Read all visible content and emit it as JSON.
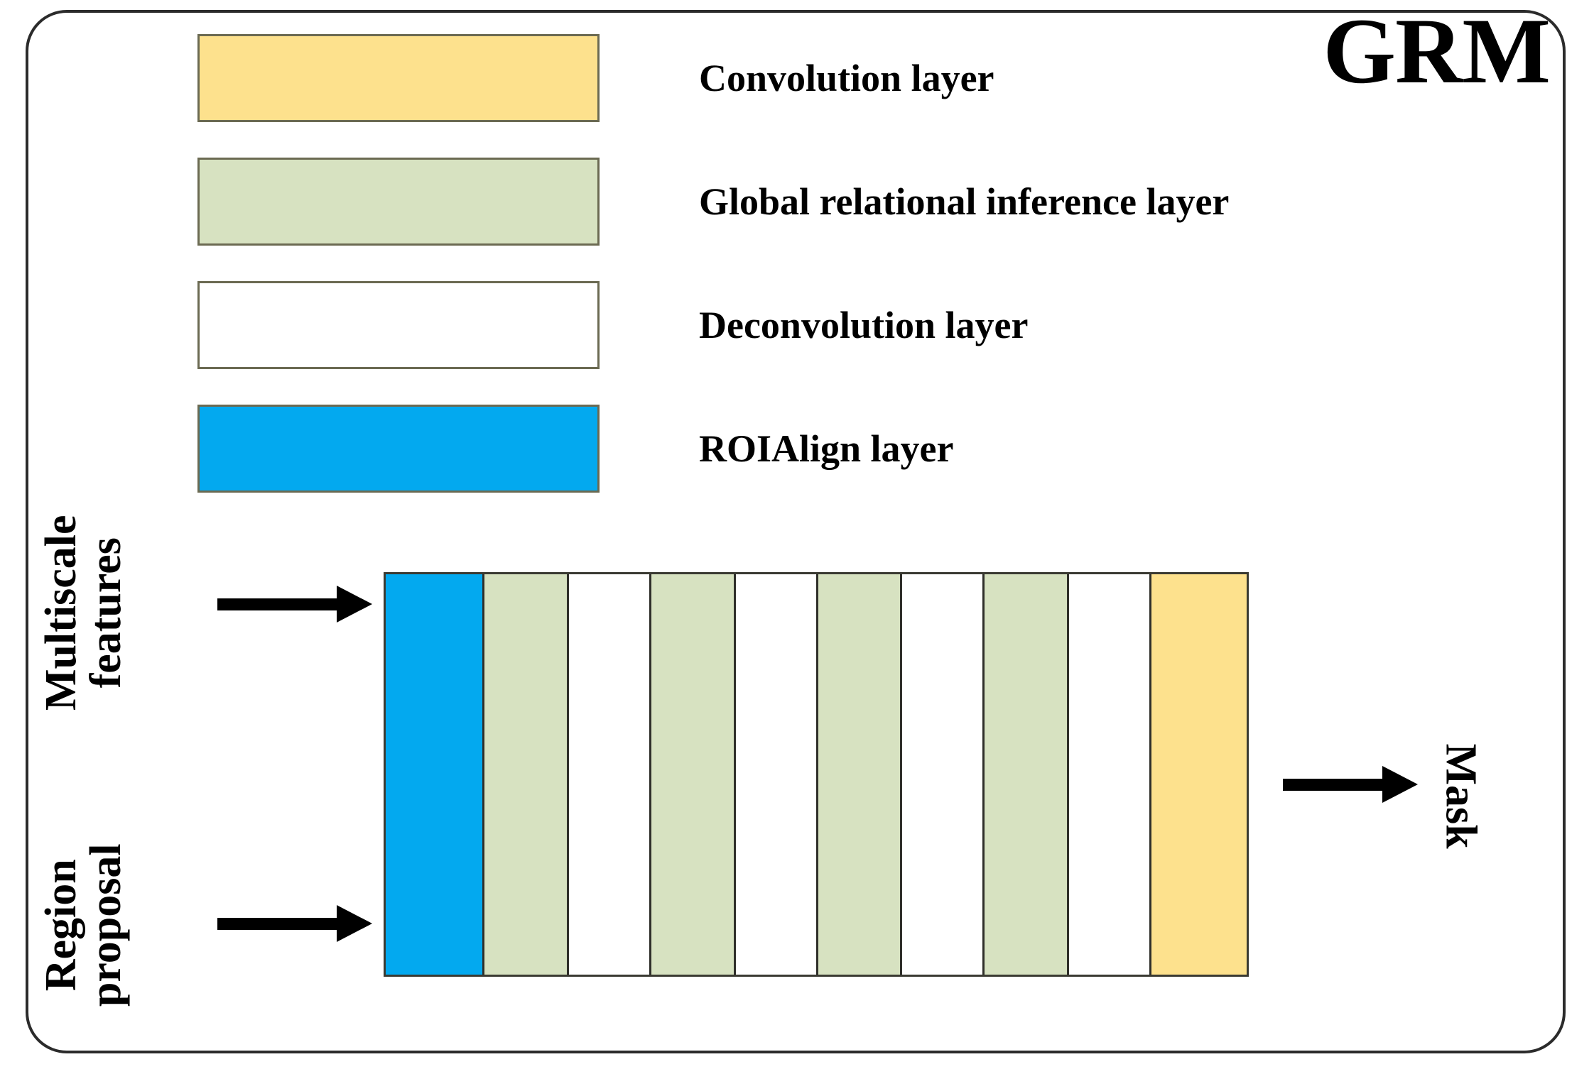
{
  "diagram": {
    "title": "GRM",
    "legend": [
      {
        "label": "Convolution layer",
        "color": "#FDE18D",
        "icon": "legend-swatch-convolution"
      },
      {
        "label": "Global relational inference layer",
        "color": "#D7E2C1",
        "icon": "legend-swatch-global-relational-inference"
      },
      {
        "label": "Deconvolution layer",
        "color": "#FFFFFF",
        "icon": "legend-swatch-deconvolution"
      },
      {
        "label": "ROIAlign layer",
        "color": "#03A9EF",
        "icon": "legend-swatch-roialign"
      }
    ],
    "pipeline": {
      "columns": [
        {
          "type": "ROIAlign layer",
          "color": "#03A9EF",
          "width": 108
        },
        {
          "type": "Global relational inference layer",
          "color": "#D7E2C1",
          "width": 92
        },
        {
          "type": "Deconvolution layer",
          "color": "#FFFFFF",
          "width": 90
        },
        {
          "type": "Global relational inference layer",
          "color": "#D7E2C1",
          "width": 92
        },
        {
          "type": "Deconvolution layer",
          "color": "#FFFFFF",
          "width": 90
        },
        {
          "type": "Global relational inference layer",
          "color": "#D7E2C1",
          "width": 92
        },
        {
          "type": "Deconvolution layer",
          "color": "#FFFFFF",
          "width": 90
        },
        {
          "type": "Global relational inference layer",
          "color": "#D7E2C1",
          "width": 92
        },
        {
          "type": "Deconvolution layer",
          "color": "#FFFFFF",
          "width": 90
        },
        {
          "type": "Convolution layer",
          "color": "#FDE18D",
          "width": 104
        }
      ]
    },
    "inputs": [
      {
        "label_line1": "Multiscale",
        "label_line2": "features",
        "arrow": "arrow-right-icon"
      },
      {
        "label_line1": "Region",
        "label_line2": "proposal",
        "arrow": "arrow-right-icon"
      }
    ],
    "output": {
      "label": "Mask",
      "arrow": "arrow-right-icon"
    },
    "colors": {
      "convolution": "#FDE18D",
      "global_relational_inference": "#D7E2C1",
      "deconvolution": "#FFFFFF",
      "roialign": "#03A9EF",
      "border": "#2b2b2b",
      "text": "#000000"
    }
  }
}
